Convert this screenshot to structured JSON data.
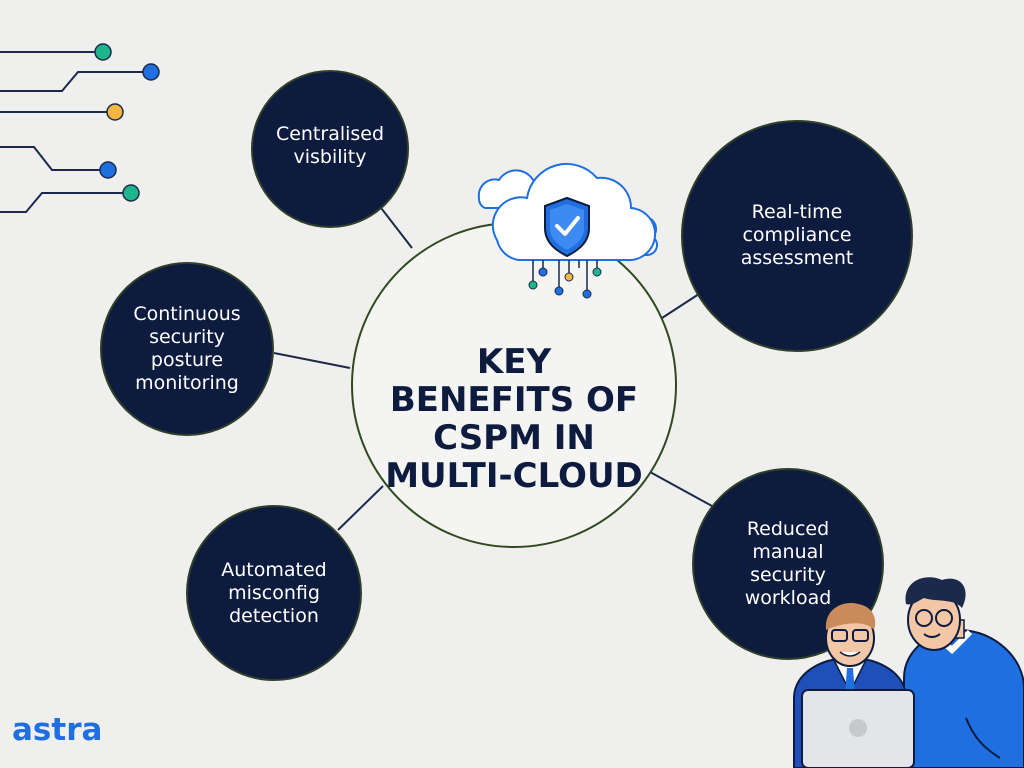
{
  "diagram": {
    "center_title": "KEY\nBENEFITS OF\nCSPM IN\nMULTI-CLOUD",
    "benefits": [
      "Centralised\nvisbility",
      "Real-time\ncompliance\nassessment",
      "Continuous\nsecurity\nposture\nmonitoring",
      "Automated\nmisconfig\ndetection",
      "Reduced\nmanual\nsecurity\nworkload"
    ]
  },
  "brand": {
    "logo_text": "astra"
  },
  "colors": {
    "node_fill": "#0d1b3e",
    "connector": "#1b2a4a",
    "accent_blue": "#1f6fe0",
    "accent_green": "#1fb58a",
    "accent_yellow": "#f4b63f"
  },
  "icons": [
    "cloud-shield-icon",
    "circuit-lines-decoration",
    "people-with-laptop-illustration"
  ]
}
